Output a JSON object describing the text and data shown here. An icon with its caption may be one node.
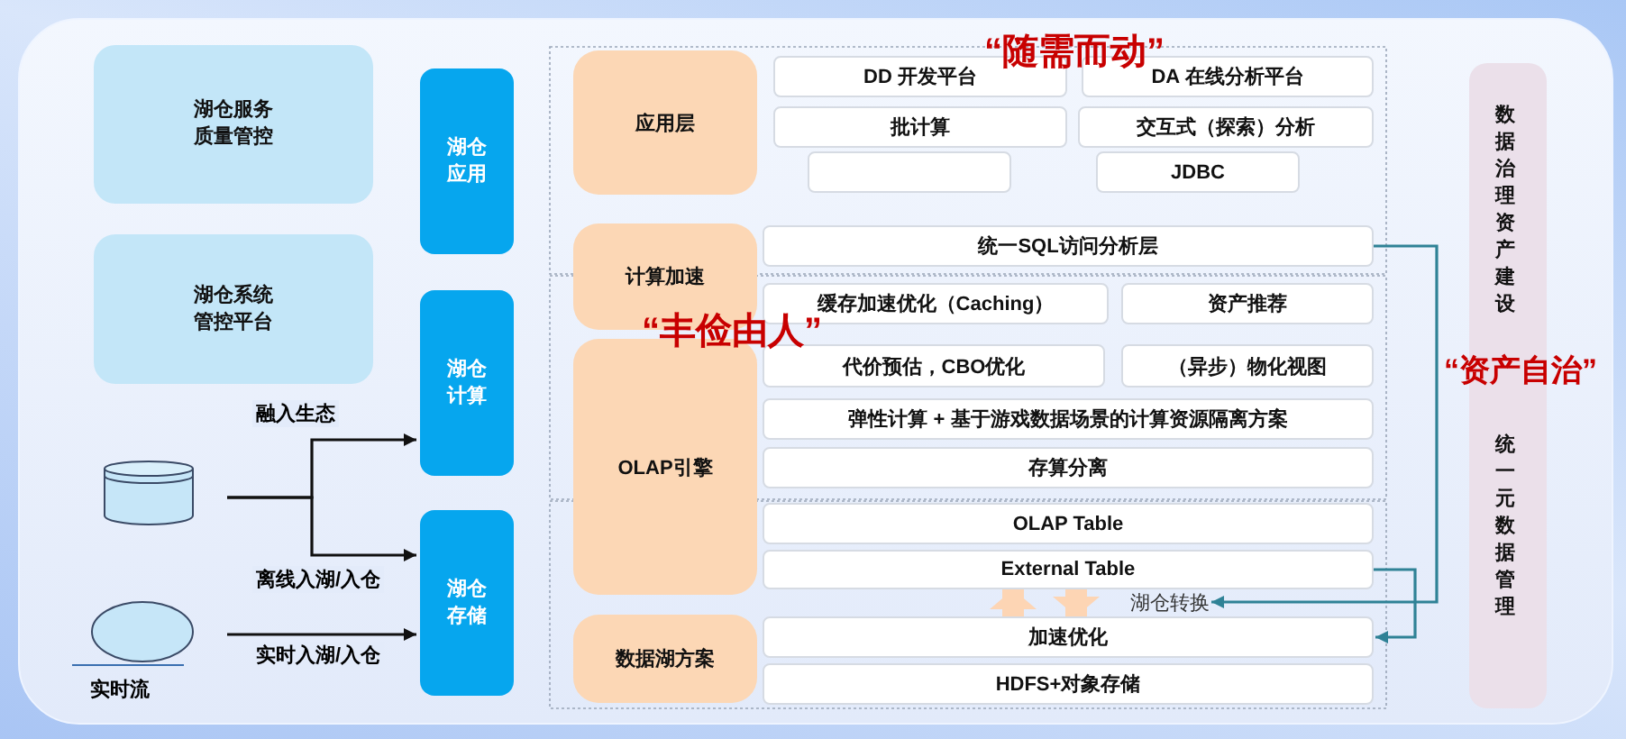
{
  "diagram": {
    "nodes": [
      {
        "text": [
          "湖仓服务质量管控"
        ]
      },
      {
        "text": [
          "湖仓系统管控平台"
        ]
      },
      {
        "text": [],
        "shape": "cylinder"
      },
      {
        "text": [],
        "shape": "circle",
        "beside": [
          "实时流"
        ]
      },
      {
        "text": [
          "湖仓应用"
        ]
      },
      {
        "text": [
          "湖仓计算"
        ]
      },
      {
        "text": [
          "湖仓存储"
        ]
      },
      {
        "text": [
          "应用层"
        ]
      },
      {
        "text": [
          "计算加速"
        ]
      },
      {
        "text": [
          "OLAP引擎"
        ]
      },
      {
        "text": [
          "数据湖方案"
        ]
      },
      {
        "text": [
          "DD 开发平台"
        ]
      },
      {
        "text": [
          "DA 在线分析平台"
        ]
      },
      {
        "text": [
          "批计算"
        ]
      },
      {
        "text": [
          "交互式（探索）分析"
        ]
      },
      {
        "text": [],
        "shape": "box"
      },
      {
        "text": [
          "JDBC"
        ]
      },
      {
        "text": [
          "统一SQL访问分析层"
        ]
      },
      {
        "text": [
          "缓存加速优化（Caching）"
        ]
      },
      {
        "text": [
          "资产推荐"
        ]
      },
      {
        "text": [
          "代价预估，CBO优化"
        ]
      },
      {
        "text": [
          "（异步）物化视图"
        ]
      },
      {
        "text": [
          "弹性计算 + 基于游戏数据场景的计算资源隔离方案"
        ]
      },
      {
        "text": [
          "存算分离"
        ]
      },
      {
        "text": [
          "OLAP Table"
        ]
      },
      {
        "text": [
          "External Table"
        ]
      },
      {
        "text": [
          "湖仓转换"
        ]
      },
      {
        "text": [
          "加速优化"
        ]
      },
      {
        "text": [
          "HDFS+对象存储"
        ]
      },
      {
        "text": [
          "数据治理资产建设",
          "统一元数据管理"
        ]
      }
    ],
    "edges": [
      {
        "from": 2,
        "to": 5,
        "arrow": "to",
        "label": "融入生态"
      },
      {
        "from": 2,
        "to": 6,
        "arrow": "to",
        "label": "离线入湖/入仓"
      },
      {
        "from": 3,
        "to": 6,
        "arrow": "to",
        "label": "实时入湖/入仓"
      },
      {
        "from": 17,
        "to": 26,
        "arrow": "to",
        "color": "#2f8296"
      },
      {
        "from": 25,
        "to": 27,
        "arrow": "to",
        "color": "#2f8296"
      },
      {
        "from": 27,
        "to": 25,
        "arrow": "to",
        "style": "thick",
        "color": "#fdd5b4"
      },
      {
        "from": 25,
        "to": 27,
        "arrow": "to",
        "style": "thick",
        "color": "#fdd5b4"
      }
    ],
    "labels": [
      "“随需而动”",
      "“丰俭由人”",
      "“资产自治”"
    ]
  }
}
